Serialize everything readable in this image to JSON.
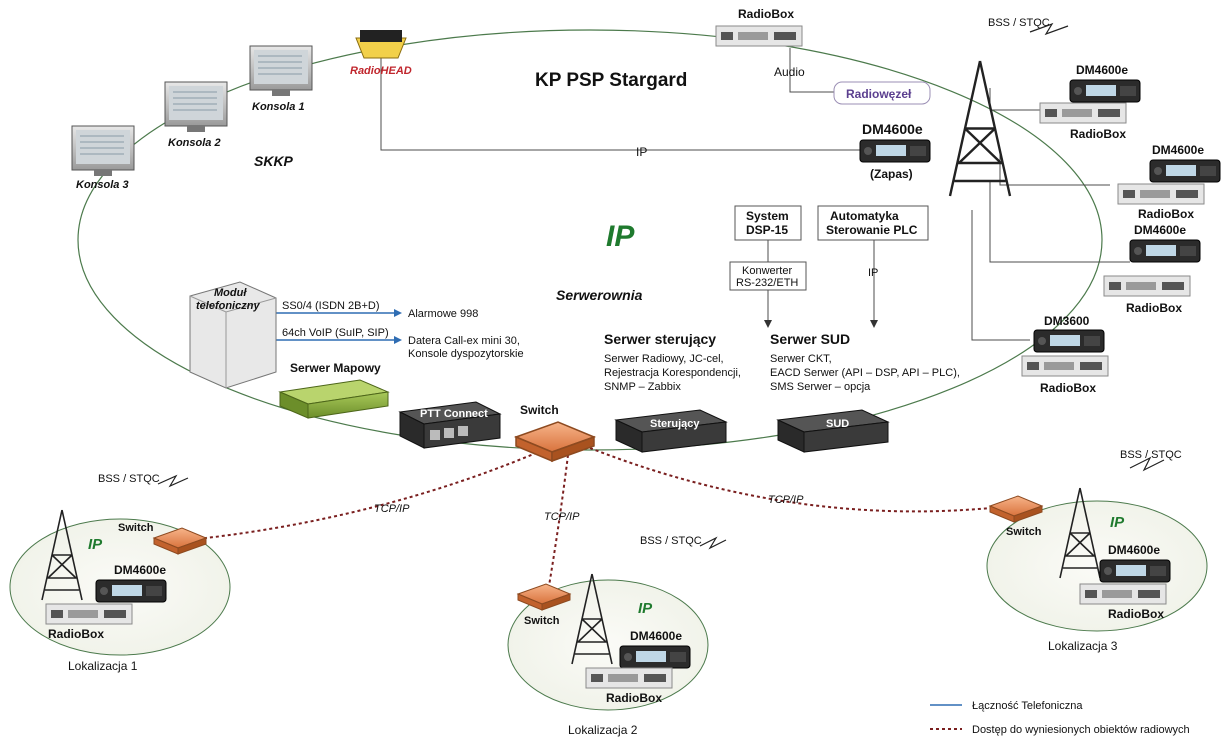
{
  "title": "KP PSP Stargard",
  "center_ip": "IP",
  "server_room": "Serwerownia",
  "skkp": "SKKP",
  "consoles": [
    "Konsola 1",
    "Konsola 2",
    "Konsola 3"
  ],
  "radiohead": "RadioHEAD",
  "top_radiobox": "RadioBox",
  "audio": "Audio",
  "radiowezel": "Radiowęzeł",
  "ip_link": "IP",
  "spare_radio": {
    "model": "DM4600e",
    "note": "(Zapas)"
  },
  "bss": "BSS / STQC",
  "right_stack": [
    {
      "radio": "DM4600e",
      "box": "RadioBox"
    },
    {
      "radio": "DM4600e",
      "box": "RadioBox"
    },
    {
      "radio": "DM4600e",
      "box": "RadioBox"
    },
    {
      "radio": "DM3600",
      "box": "RadioBox"
    }
  ],
  "dsp_system": {
    "line1": "System",
    "line2": "DSP-15"
  },
  "plc": {
    "line1": "Automatyka",
    "line2": "Sterowanie PLC"
  },
  "converter": {
    "line1": "Konwerter",
    "line2": "RS-232/ETH"
  },
  "plc_ip": "IP",
  "phone_module": {
    "line1": "Moduł",
    "line2": "telefoniczny"
  },
  "phone_links": [
    {
      "label": "SS0/4 (ISDN 2B+D)",
      "target": "Alarmowe 998"
    },
    {
      "label": "64ch VoIP (SuIP, SIP)",
      "target": "Datera Call-ex mini 30,",
      "target2": "Konsole dyspozytorskie"
    }
  ],
  "map_server": "Serwer Mapowy",
  "ptt_connect": "PTT Connect",
  "switch_main": "Switch",
  "control_server": {
    "title": "Serwer sterujący",
    "lines": [
      "Serwer Radiowy, JC-cel,",
      "Rejestracja Korespondencji,",
      "SNMP – Zabbix"
    ],
    "device": "Sterujący"
  },
  "sud_server": {
    "title": "Serwer SUD",
    "lines": [
      "Serwer CKT,",
      "EACD Serwer (API – DSP, API – PLC),",
      "SMS Serwer – opcja"
    ],
    "device": "SUD"
  },
  "tcpip": "TCP/IP",
  "locations": [
    {
      "name": "Lokalizacja 1",
      "switch": "Switch",
      "ip": "IP",
      "radio": "DM4600e",
      "box": "RadioBox",
      "bss": "BSS / STQC"
    },
    {
      "name": "Lokalizacja 2",
      "switch": "Switch",
      "ip": "IP",
      "radio": "DM4600e",
      "box": "RadioBox",
      "bss": "BSS / STQC"
    },
    {
      "name": "Lokalizacja 3",
      "switch": "Switch",
      "ip": "IP",
      "radio": "DM4600e",
      "box": "RadioBox",
      "bss": "BSS / STQC"
    }
  ],
  "legend": [
    {
      "label": "Łączność Telefoniczna",
      "color": "#2f6db3",
      "style": "solid"
    },
    {
      "label": "Dostęp do wyniesionych obiektów radiowych",
      "color": "#7a1f1f",
      "style": "dotted"
    }
  ]
}
